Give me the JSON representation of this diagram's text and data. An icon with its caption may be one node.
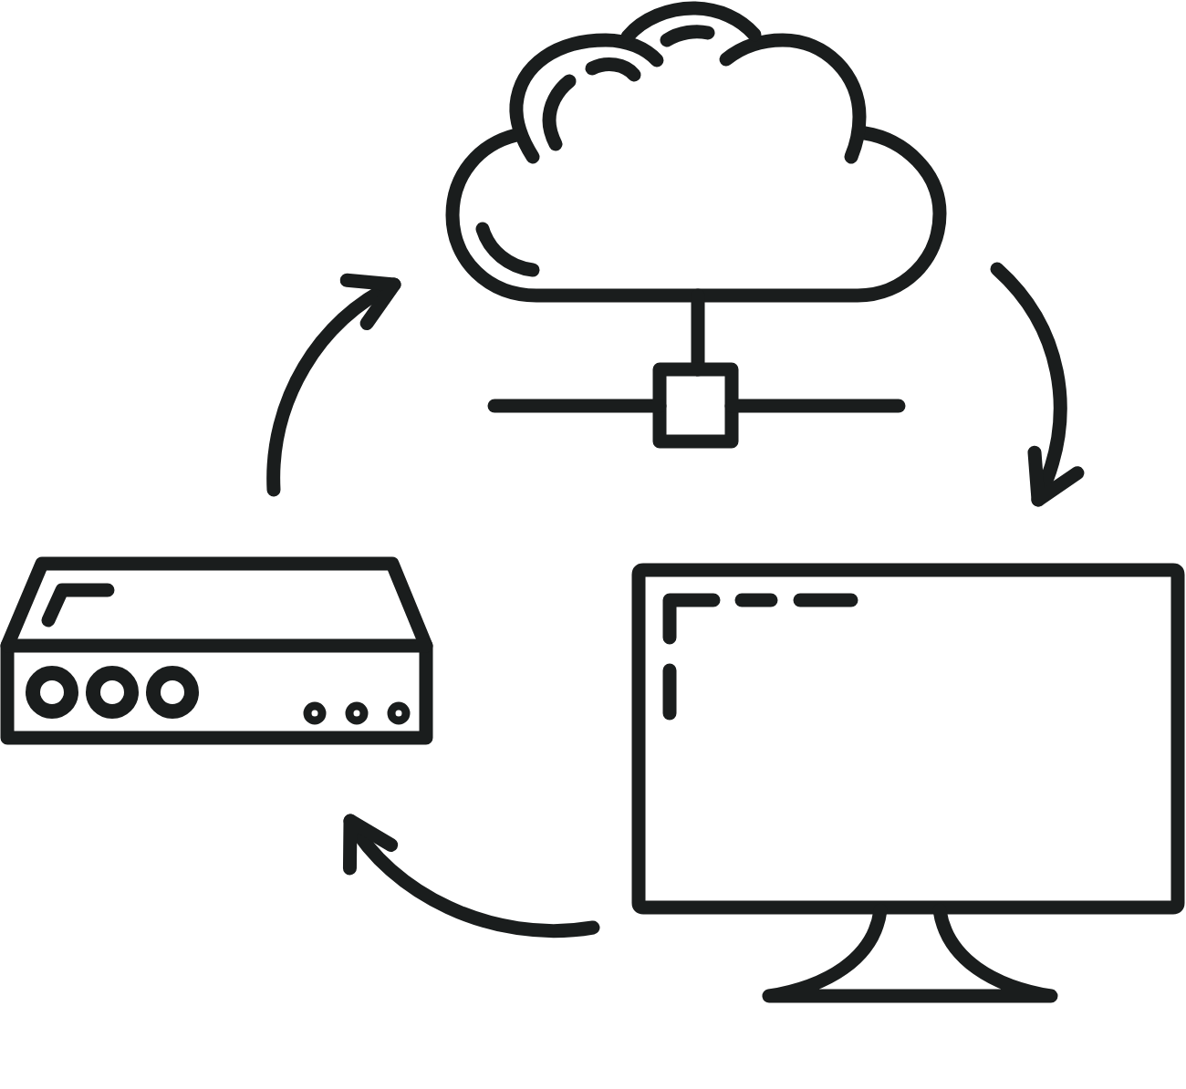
{
  "diagram": {
    "nodes": [
      {
        "text": [],
        "shape": "cloud"
      },
      {
        "text": [],
        "shape": "picture"
      },
      {
        "text": [],
        "shape": "picture"
      }
    ],
    "edges": [
      {
        "from": 1,
        "to": 0,
        "arrow": "to"
      },
      {
        "from": 0,
        "to": 2,
        "arrow": "to"
      },
      {
        "from": 2,
        "to": 1,
        "arrow": "to"
      }
    ]
  }
}
